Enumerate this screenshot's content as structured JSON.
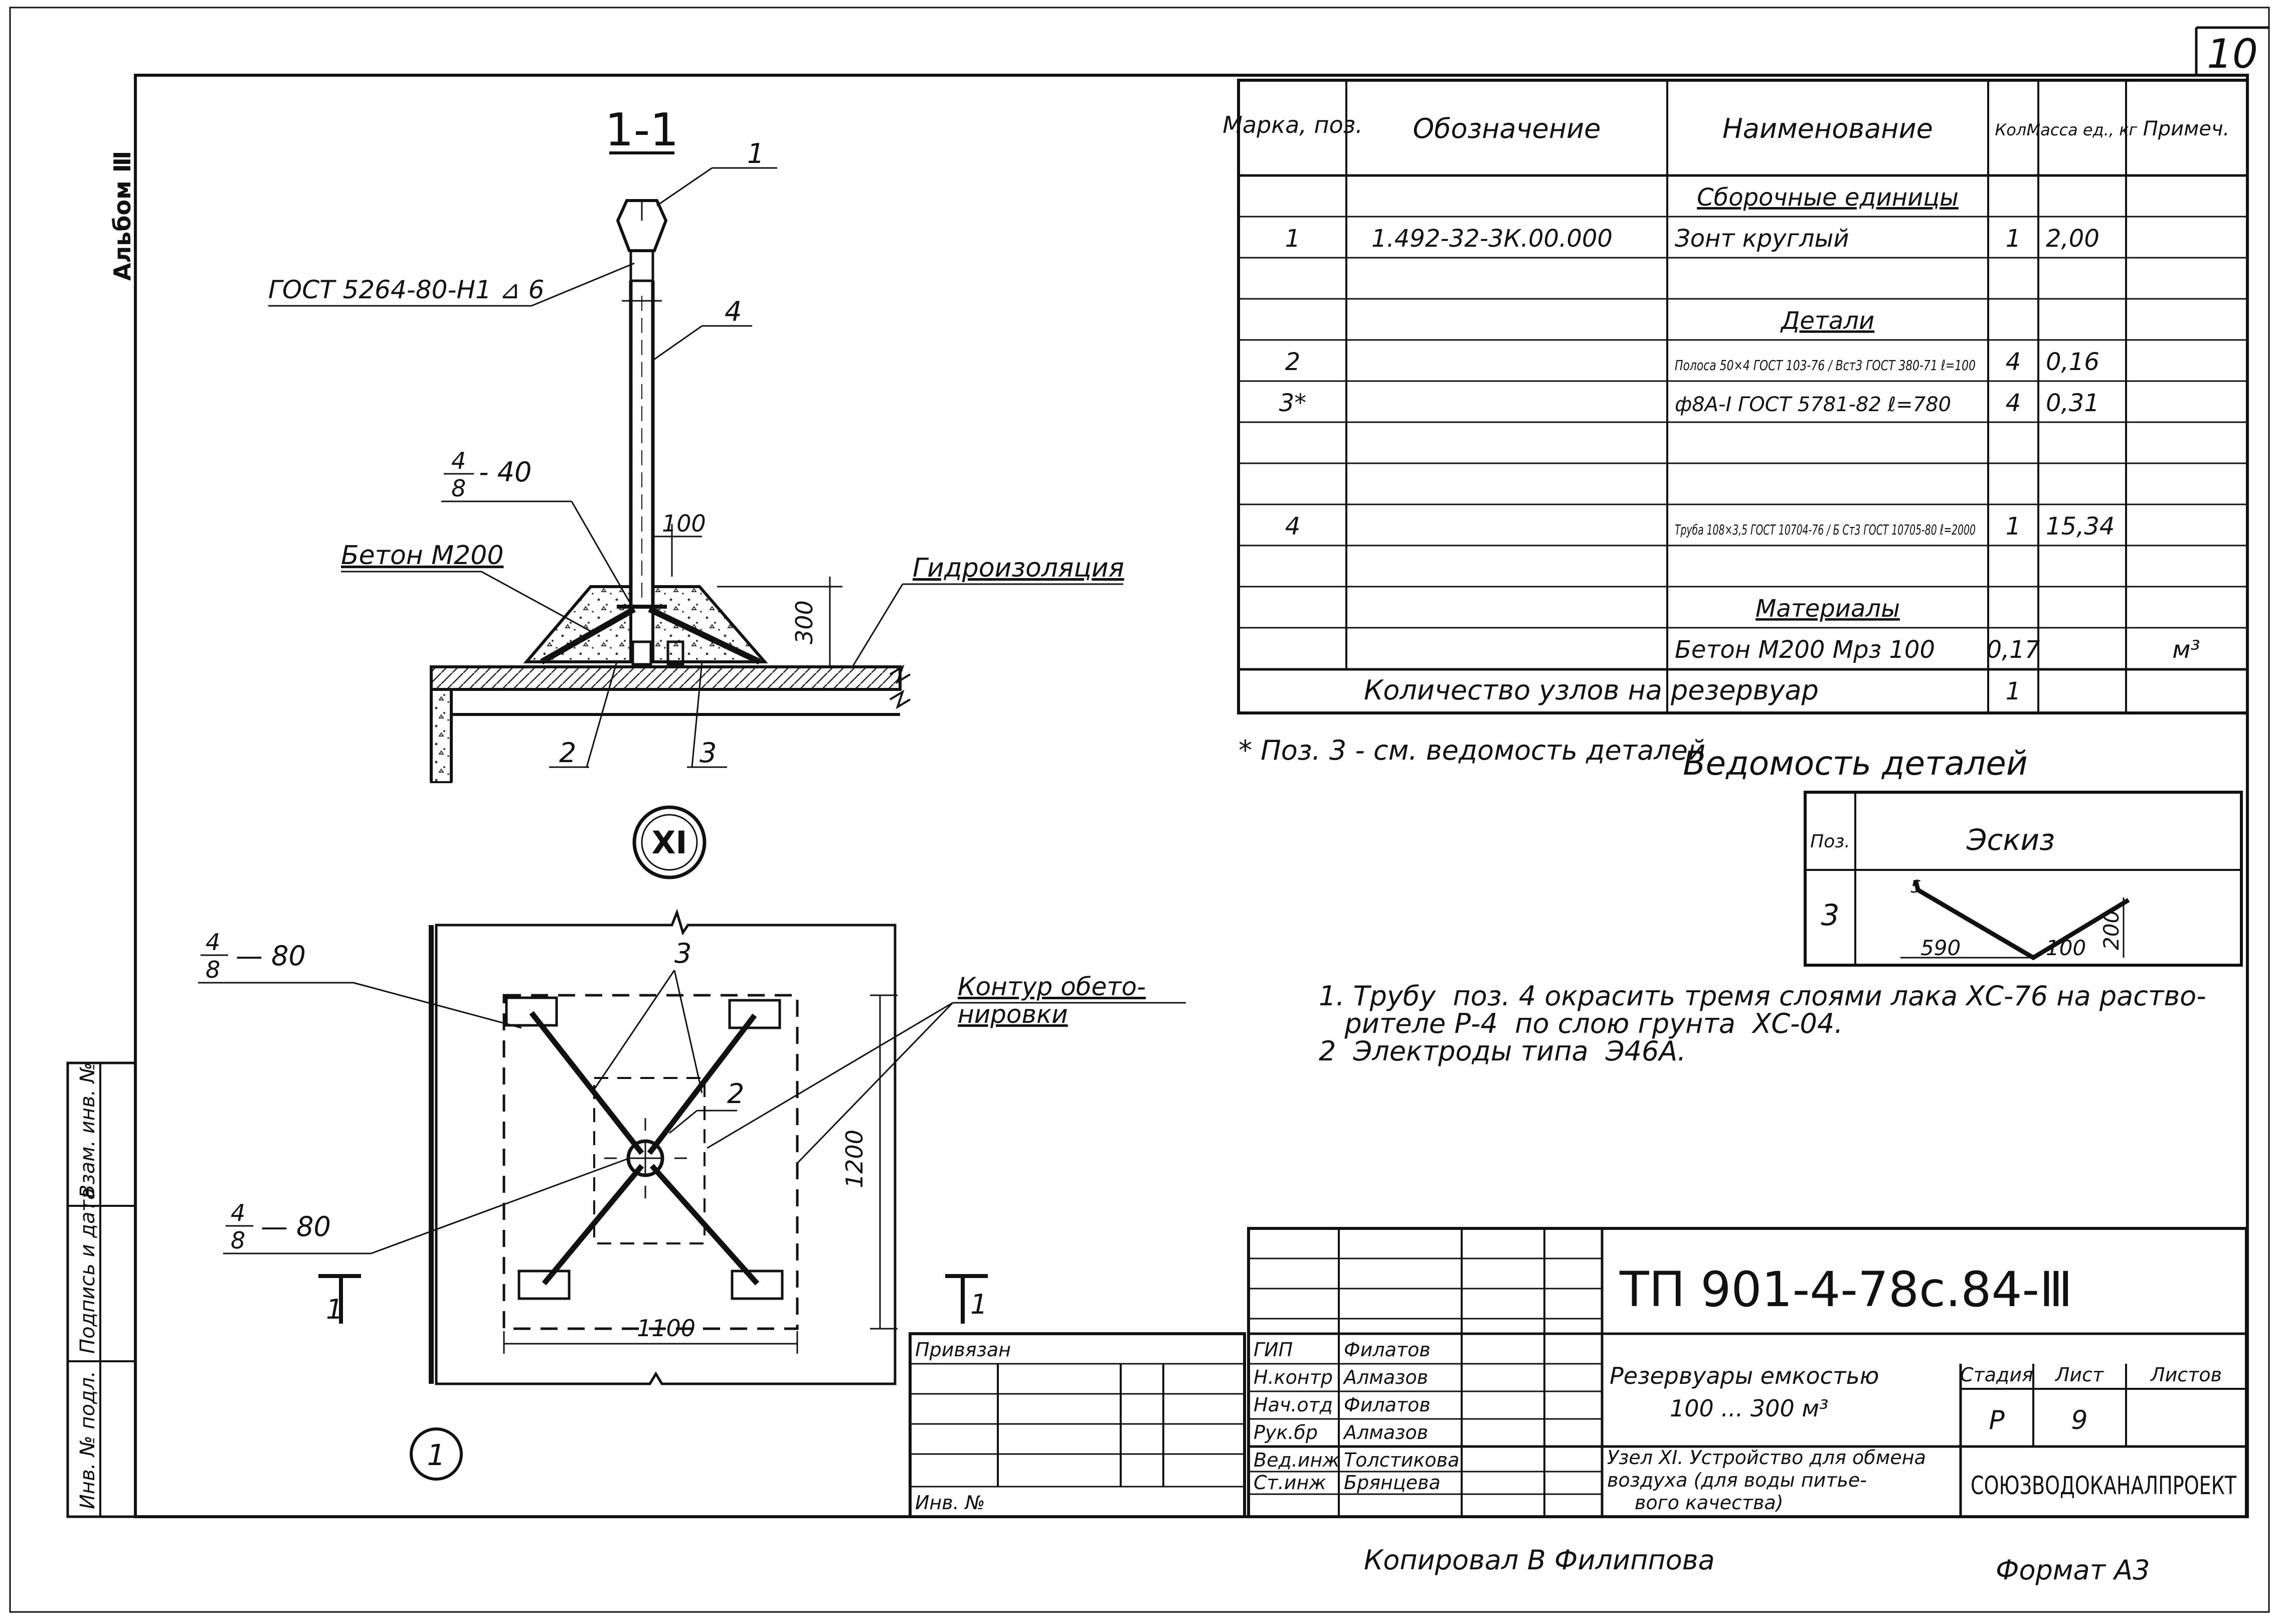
{
  "sheet": {
    "page_number": "10",
    "album_label": "Альбом Ⅲ",
    "copied_by": "Копировал  В  Филиппова",
    "format": "Формат  А3"
  },
  "left_stamp": [
    "Инв. № подл.",
    "Подпись и дата",
    "Взам. инв. №"
  ],
  "section": {
    "title": "1-1",
    "leaders": {
      "gost_weld": "ГОСТ 5264-80-Н1 ⊿ 6",
      "weld_frac_num": "4",
      "weld_frac_den": "8",
      "weld_frac_len": "- 40",
      "concrete": "Бетон М200",
      "waterproofing": "Гидроизоляция"
    },
    "positions": [
      "1",
      "4",
      "2",
      "3"
    ],
    "dims": {
      "height": "300",
      "gap": "100"
    },
    "node_mark": "XI"
  },
  "plan": {
    "weld_top_num": "4",
    "weld_top_den": "8",
    "weld_top_len": "— 80",
    "weld_bot_num": "4",
    "weld_bot_den": "8",
    "weld_bot_len": "— 80",
    "contour_label_1": "Контур обето-",
    "contour_label_2": "нировки",
    "pos_3": "3",
    "pos_2": "2",
    "dim_height": "1200",
    "dim_width": "1100",
    "section_cut_left": "1",
    "section_cut_right": "1",
    "view_mark": "1"
  },
  "spec_table": {
    "headers": {
      "mark": "Марка, поз.",
      "designation": "Обозначение",
      "name": "Наименование",
      "qty": "Кол.",
      "mass": "Масса ед., кг",
      "note": "Примеч."
    },
    "rows": [
      {
        "mark": "",
        "designation": "",
        "name": "Сборочные единицы",
        "qty": "",
        "mass": "",
        "note": ""
      },
      {
        "mark": "1",
        "designation": "1.492-32-3К.00.000",
        "name": "Зонт  круглый",
        "qty": "1",
        "mass": "2,00",
        "note": ""
      },
      {
        "mark": "",
        "designation": "",
        "name": "",
        "qty": "",
        "mass": "",
        "note": ""
      },
      {
        "mark": "",
        "designation": "",
        "name": "Детали",
        "qty": "",
        "mass": "",
        "note": ""
      },
      {
        "mark": "2",
        "designation": "",
        "name": "Полоса 50×4 ГОСТ 103-76 / Вст3 ГОСТ 380-71  ℓ=100",
        "qty": "4",
        "mass": "0,16",
        "note": ""
      },
      {
        "mark": "3*",
        "designation": "",
        "name": "ф8А-I ГОСТ 5781-82  ℓ=780",
        "qty": "4",
        "mass": "0,31",
        "note": ""
      },
      {
        "mark": "",
        "designation": "",
        "name": "",
        "qty": "",
        "mass": "",
        "note": ""
      },
      {
        "mark": "",
        "designation": "",
        "name": "",
        "qty": "",
        "mass": "",
        "note": ""
      },
      {
        "mark": "4",
        "designation": "",
        "name": "Труба 108×3,5 ГОСТ 10704-76 / Б Ст3 ГОСТ 10705-80  ℓ=2000",
        "qty": "1",
        "mass": "15,34",
        "note": ""
      },
      {
        "mark": "",
        "designation": "",
        "name": "",
        "qty": "",
        "mass": "",
        "note": ""
      },
      {
        "mark": "",
        "designation": "",
        "name": "Материалы",
        "qty": "",
        "mass": "",
        "note": ""
      },
      {
        "mark": "",
        "designation": "",
        "name": "Бетон М200 Мрз 100",
        "qty": "0,17",
        "mass": "",
        "note": "м³"
      }
    ],
    "total_label": "Количество узлов на резервуар",
    "total_qty": "1"
  },
  "footnote": "* Поз. 3 - см. ведомость деталей",
  "details": {
    "title": "Ведомость деталей",
    "col_pos": "Поз.",
    "col_sketch": "Эскиз",
    "row_pos": "3",
    "dim_left": "590",
    "dim_mid": "100",
    "dim_right": "200",
    "dim_hook": "5"
  },
  "notes": [
    "1. Трубу  поз. 4 окрасить тремя слоями лака ХС-76 на раство-",
    "   рителе Р-4  по слою грунта  ХС-04.",
    "2  Электроды типа  Э46А."
  ],
  "title_block": {
    "doc_code": "ТП 901-4-78с.84-Ⅲ",
    "privyazan": "Привязан",
    "inv_no": "Инв. №",
    "staff": [
      {
        "role": "ГИП",
        "name": "Филатов"
      },
      {
        "role": "Н.контр",
        "name": "Алмазов"
      },
      {
        "role": "Нач.отд",
        "name": "Филатов"
      },
      {
        "role": "Рук.бр",
        "name": "Алмазов"
      },
      {
        "role": "Вед.инж",
        "name": "Толстикова"
      },
      {
        "role": "Ст.инж",
        "name": "Брянцева"
      }
    ],
    "object_line1": "Резервуары емкостью",
    "object_line2": "100 ... 300 м³",
    "sheet_title_1": "Узел XI. Устройство для обмена",
    "sheet_title_2": "воздуха (для воды питье-",
    "sheet_title_3": "вого качества)",
    "stage_label": "Стадия",
    "sheet_label": "Лист",
    "sheets_label": "Листов",
    "stage": "Р",
    "sheet": "9",
    "sheets": "",
    "organization": "СОЮЗВОДОКАНАЛПРОЕКТ"
  }
}
